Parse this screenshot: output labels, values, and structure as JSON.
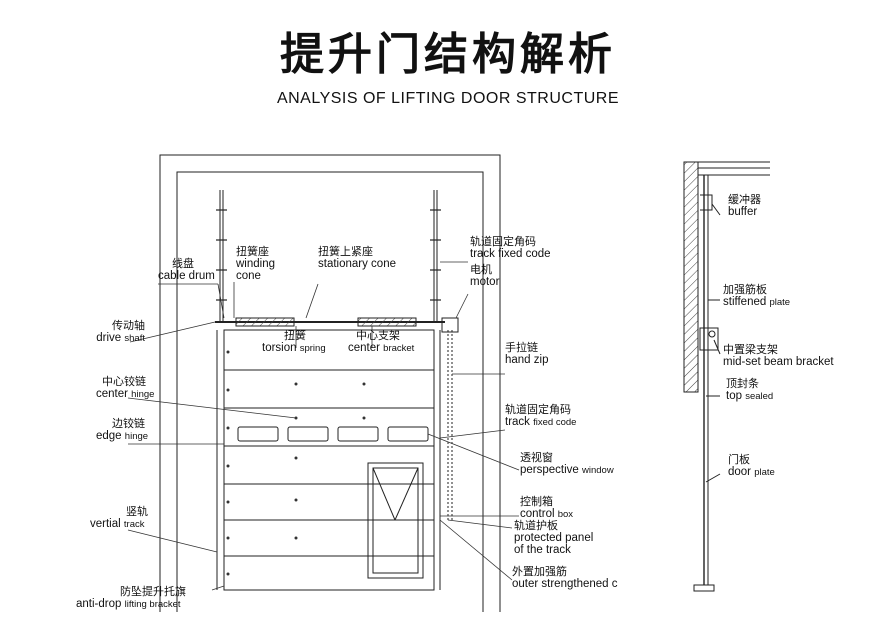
{
  "title": "提升门结构解析",
  "subtitle": "ANALYSIS OF LIFTING DOOR STRUCTURE",
  "labels": {
    "cable_drum": {
      "zh": "线盘",
      "en": "cable drum"
    },
    "winding_cone": {
      "zh": "扭簧座",
      "en1": "winding",
      "en2": "cone"
    },
    "stationary_cone": {
      "zh": "扭簧上紧座",
      "en": "stationary cone"
    },
    "track_fixed_code_top": {
      "zh": "轨道固定角码",
      "en": "track fixed code"
    },
    "motor": {
      "zh": "电机",
      "en": "motor"
    },
    "drive_shaft": {
      "zh": "传动轴",
      "en": "drive",
      "en_small": "shaft"
    },
    "torsion_spring": {
      "zh": "扭簧",
      "en": "torsion",
      "en_small": "spring"
    },
    "center_bracket": {
      "zh": "中心支架",
      "en": "center",
      "en_small": "bracket"
    },
    "hand_zip": {
      "zh": "手拉链",
      "en": "hand zip"
    },
    "center_hinge": {
      "zh": "中心铰链",
      "en": "center",
      "en_small": "hinge"
    },
    "track_fixed_code_mid": {
      "zh": "轨道固定角码",
      "en": "track",
      "en_small": "fixed code"
    },
    "edge_hinge": {
      "zh": "边铰链",
      "en": "edge",
      "en_small": "hinge"
    },
    "perspective_window": {
      "zh": "透视窗",
      "en": "perspective",
      "en_small": "window"
    },
    "control_box": {
      "zh": "控制箱",
      "en": "control",
      "en_small": "box"
    },
    "vertical_track": {
      "zh": "竖轨",
      "en": "vertial",
      "en_small": "track"
    },
    "protected_panel": {
      "zh": "轨道护板",
      "en1": "protected panel",
      "en2": "of the track"
    },
    "outer_strengthened": {
      "zh": "外置加强筋",
      "en": "outer strengthened c"
    },
    "anti_drop": {
      "zh": "防坠提升托旗",
      "en": "anti-drop",
      "en_small": "lifting bracket"
    },
    "buffer": {
      "zh": "缓冲器",
      "en": "buffer"
    },
    "stiffened_plate": {
      "zh": "加强筋板",
      "en": "stiffened",
      "en_small": "plate"
    },
    "mid_set_beam": {
      "zh": "中置梁支架",
      "en": "mid-set beam bracket"
    },
    "top_sealed": {
      "zh": "顶封条",
      "en": "top",
      "en_small": "sealed"
    },
    "door_plate": {
      "zh": "门板",
      "en": "door",
      "en_small": "plate"
    }
  }
}
